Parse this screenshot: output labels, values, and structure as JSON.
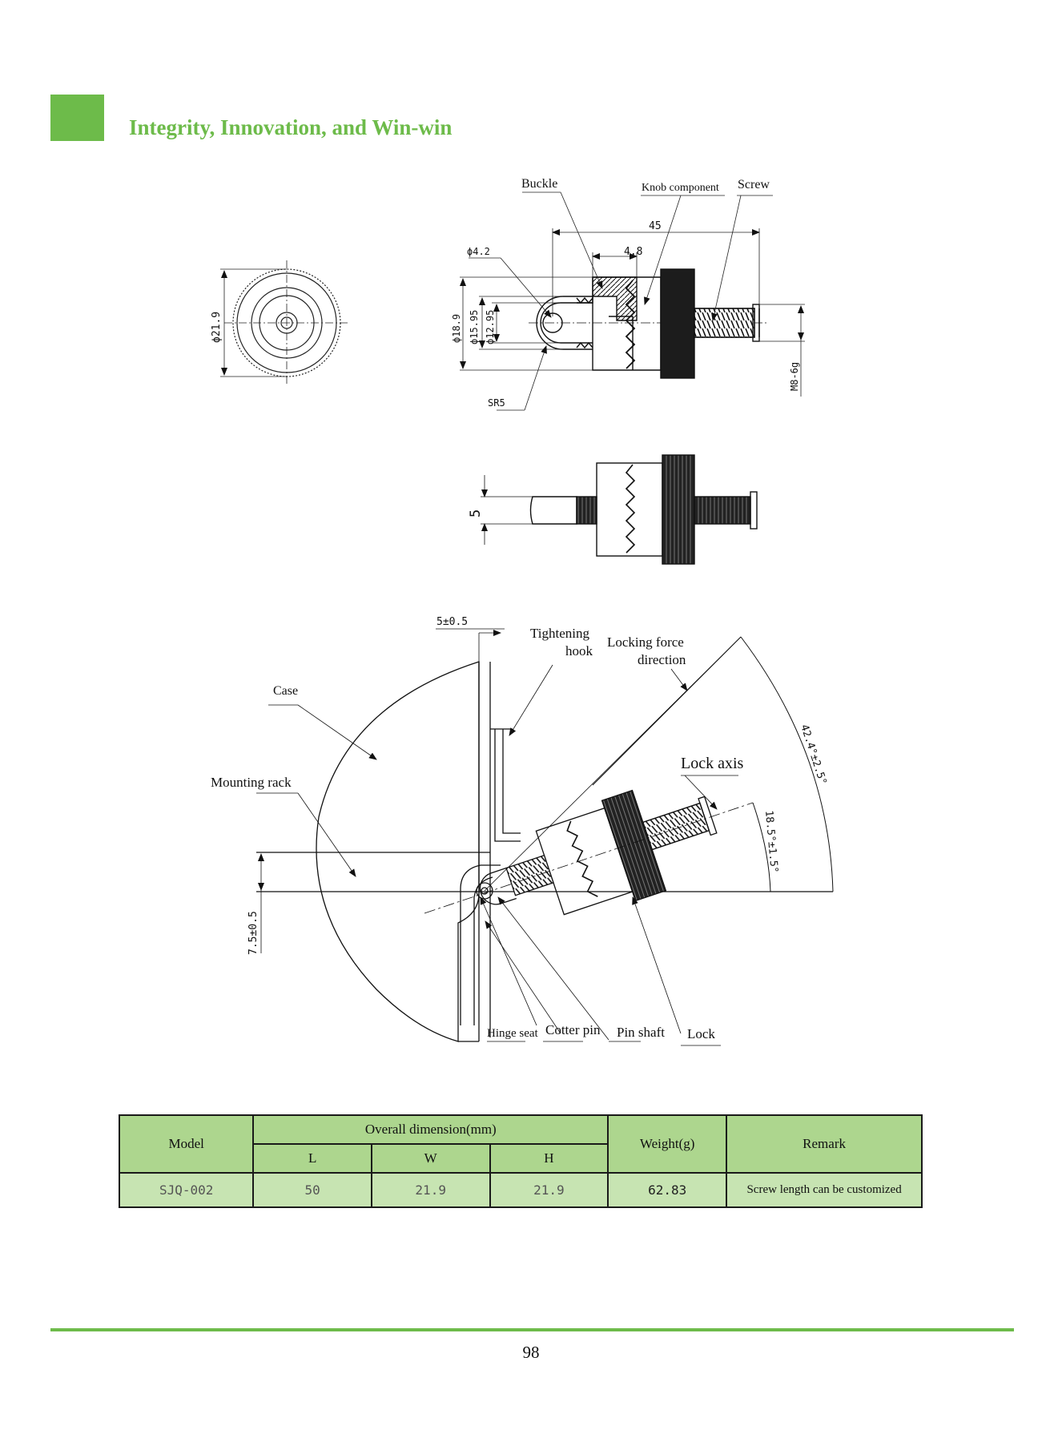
{
  "header": {
    "slogan": "Integrity, Innovation, and Win-win",
    "accent_color": "#6dbb4a"
  },
  "drawing": {
    "top_view": {
      "labels": {
        "buckle": "Buckle",
        "knob_component": "Knob component",
        "screw": "Screw",
        "dim_45": "45",
        "dim_4_8": "4.8",
        "dim_phi4_2": "ϕ4.2",
        "dim_phi18_9": "ϕ18.9",
        "dim_phi15_95": "ϕ15.95",
        "dim_phi12_95": "ϕ12.95",
        "dim_sr5": "SR5",
        "dim_m8": "M8-6g",
        "dim_phi21_9": "ϕ21.9"
      }
    },
    "side_view": {
      "labels": {
        "dim_5": "5"
      }
    },
    "assembly_view": {
      "labels": {
        "dim_5_0_5": "5±0.5",
        "tightening": "Tightening",
        "hook": "hook",
        "locking_force": "Locking force",
        "direction": "direction",
        "case": "Case",
        "mounting_rack": "Mounting rack",
        "lock_axis": "Lock axis",
        "angle_42": "42.4°±2.5°",
        "angle_18": "18.5°±1.5°",
        "dim_7_5": "7.5±0.5",
        "hinge_seat": "Hinge seat",
        "cotter_pin": "Cotter pin",
        "pin_shaft": "Pin shaft",
        "lock": "Lock"
      }
    }
  },
  "table": {
    "headers": {
      "model": "Model",
      "overall": "Overall dimension(mm)",
      "l": "L",
      "w": "W",
      "h": "H",
      "weight": "Weight(g)",
      "remark": "Remark"
    },
    "rows": [
      {
        "model": "SJQ-002",
        "l": "50",
        "w": "21.9",
        "h": "21.9",
        "weight": "62.83",
        "remark": "Screw length can be customized"
      }
    ]
  },
  "footer": {
    "page_number": "98"
  }
}
